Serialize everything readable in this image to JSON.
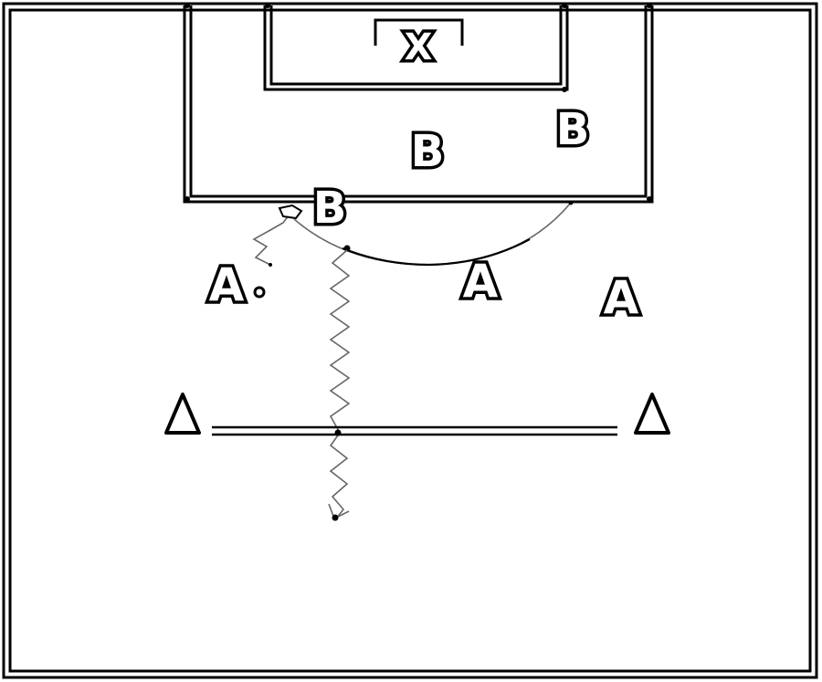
{
  "labels": {
    "goal_x": "X",
    "defender_b_center": "B",
    "defender_b_right": "B",
    "defender_b_edge": "B",
    "attacker_a_left": "A",
    "attacker_a_center": "A",
    "attacker_a_right": "A"
  },
  "colors": {
    "background": "#ffffff",
    "lines": "#000000",
    "movement_paths": "#666666"
  },
  "icons": {
    "cone": "triangle-cone-icon",
    "ball": "ball-icon"
  }
}
